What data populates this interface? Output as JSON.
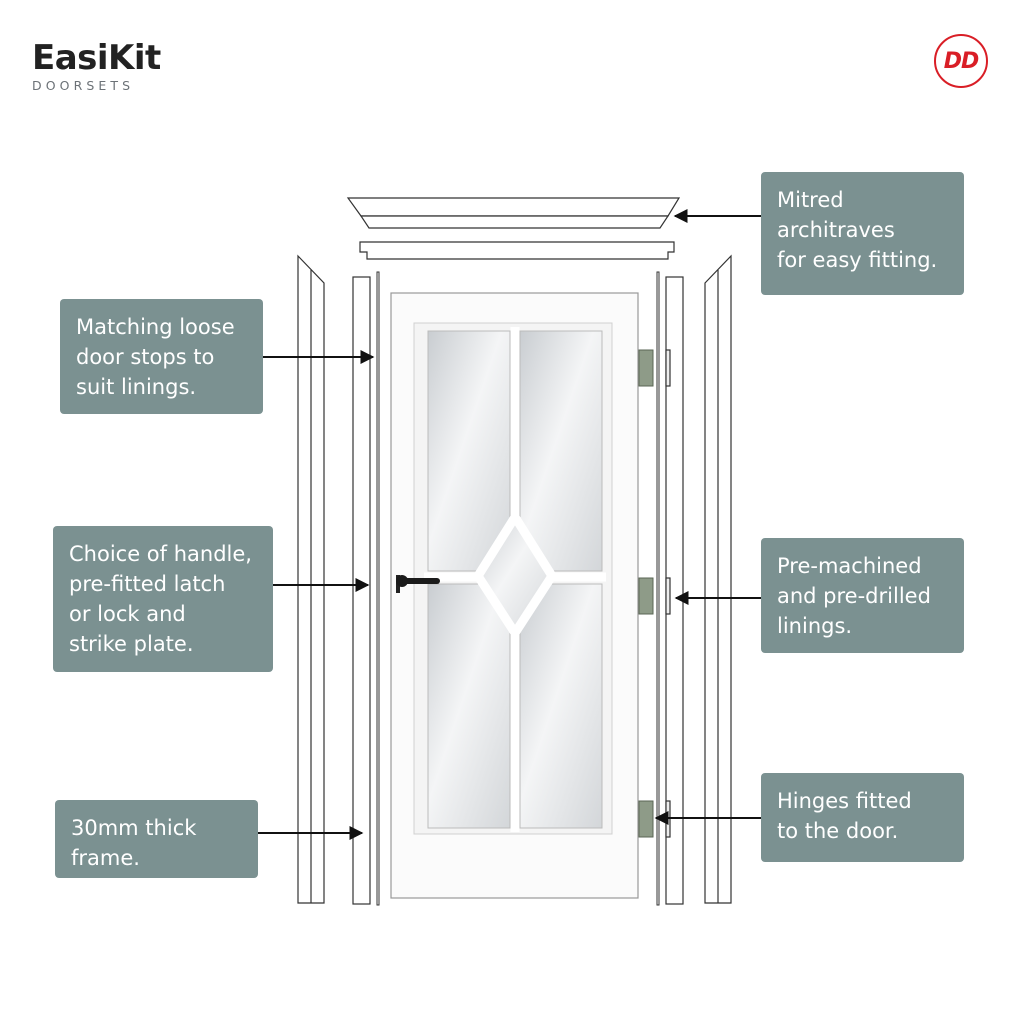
{
  "brand": {
    "name": "EasiKit",
    "sub": "DOORSETS"
  },
  "logo": {
    "text": "DD",
    "color": "#d91e26"
  },
  "colors": {
    "label_bg": "#7b9191",
    "label_text": "#ffffff",
    "arrow": "#111111"
  },
  "labels": {
    "architraves": [
      "Mitred",
      "architraves",
      "for easy fitting."
    ],
    "door_stops": [
      "Matching loose",
      "door stops to",
      "suit linings."
    ],
    "handle": [
      "Choice of handle,",
      "pre-fitted latch",
      "or lock and",
      "strike plate."
    ],
    "linings": [
      "Pre-machined",
      "and pre-drilled",
      "linings."
    ],
    "frame": [
      "30mm thick",
      "frame."
    ],
    "hinges": [
      "Hinges fitted",
      "to the door."
    ]
  }
}
